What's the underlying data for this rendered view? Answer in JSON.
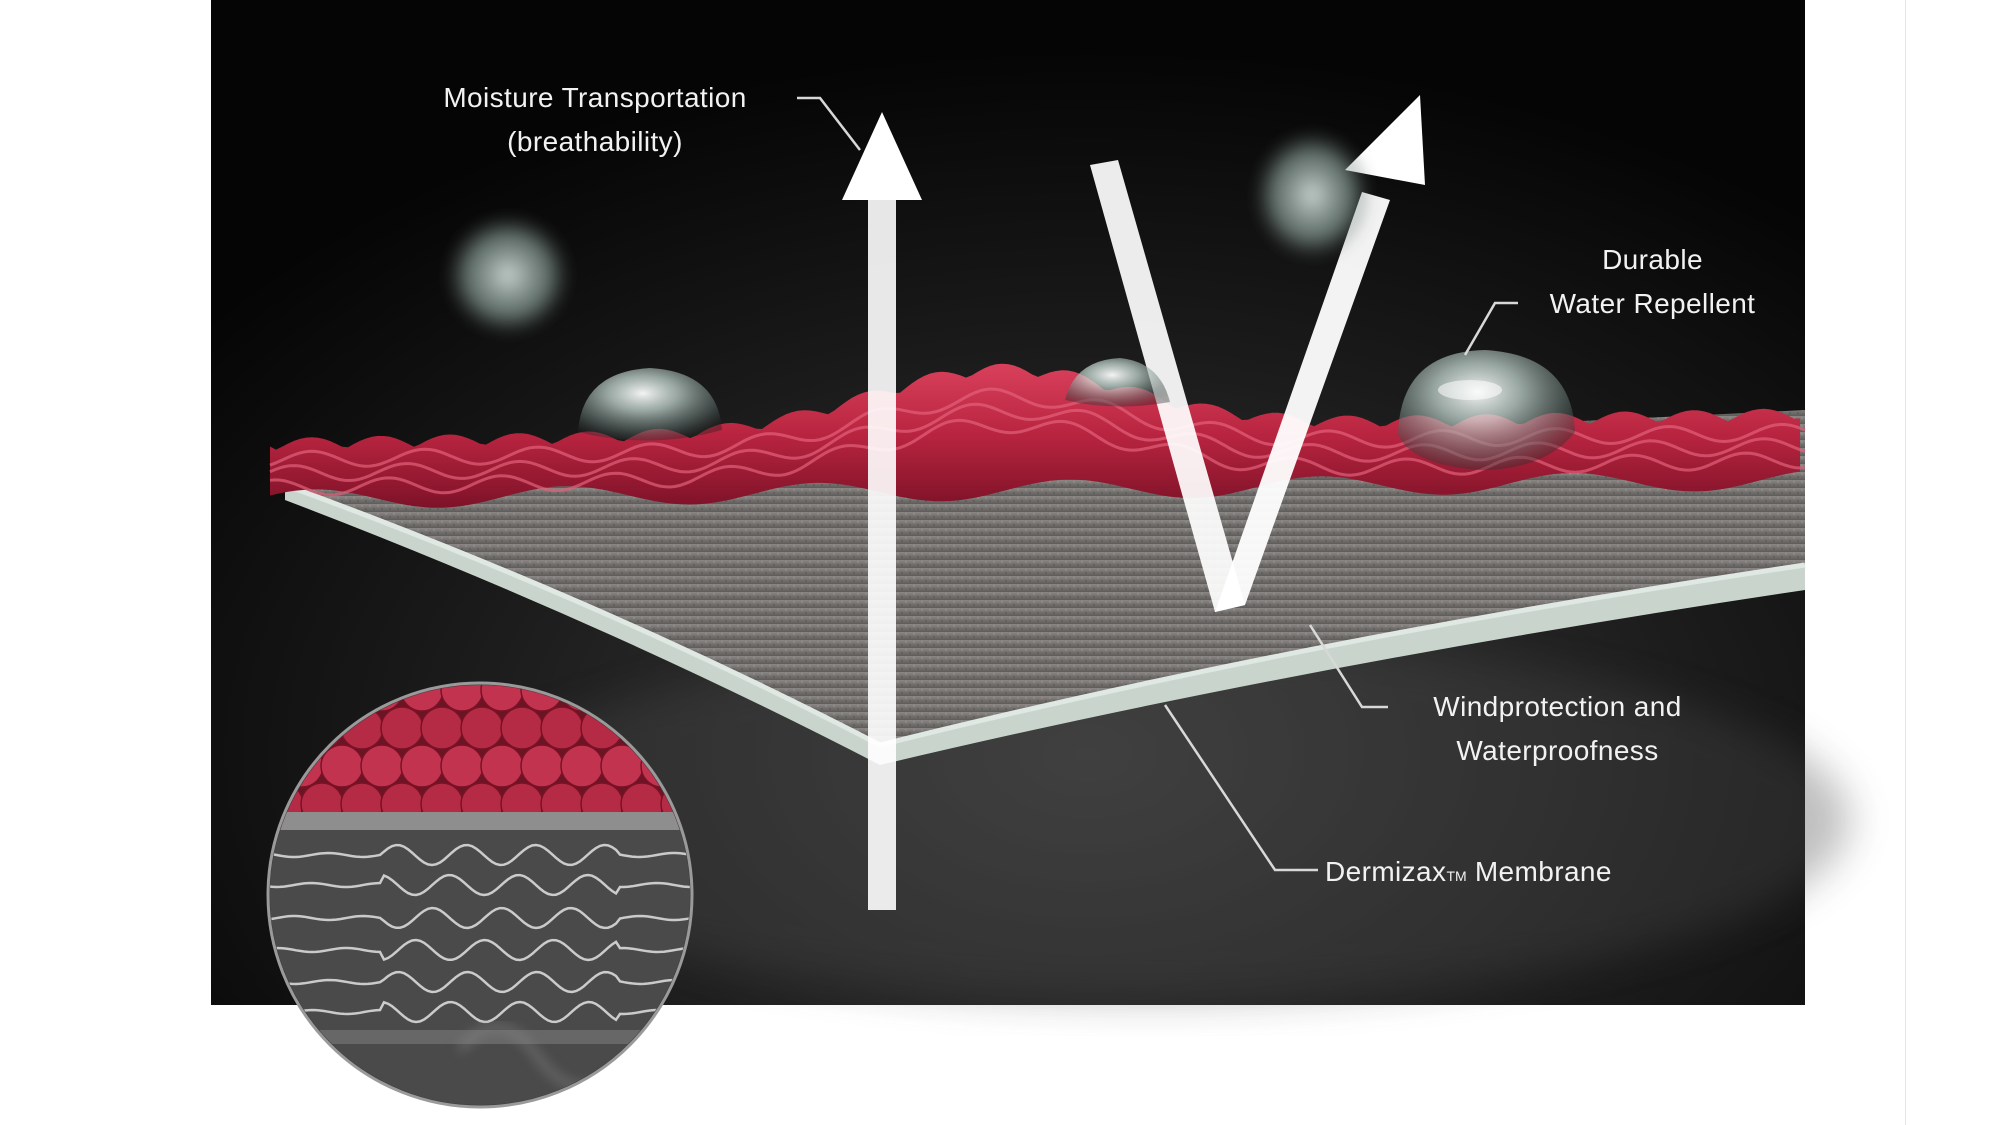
{
  "labels": {
    "moisture": {
      "line1": "Moisture Transportation",
      "line2": "(breathability)"
    },
    "dwr": {
      "line1": "Durable",
      "line2": "Water Repellent"
    },
    "wind": {
      "line1": "Windprotection and",
      "line2": "Waterproofness"
    },
    "membrane": {
      "name": "Dermizax",
      "tm": "TM",
      "suffix": " Membrane"
    }
  },
  "colors": {
    "background": "#0a0a0a",
    "fabric_red": "#b8243f",
    "membrane_gray": "#6d6b68",
    "membrane_edge": "#c7d3ca",
    "arrow": "#ffffff",
    "label_text": "#f2f2f2"
  }
}
